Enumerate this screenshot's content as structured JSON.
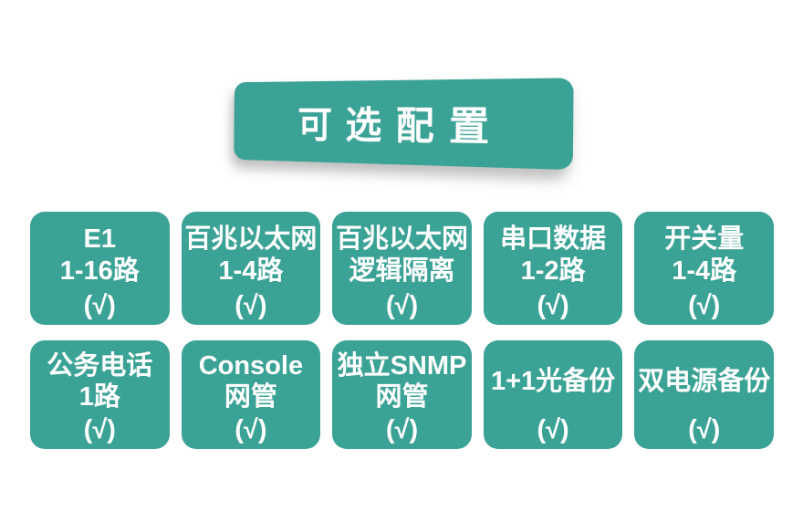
{
  "banner": {
    "title": "可选配置"
  },
  "colors": {
    "teal": "#3BA296",
    "background": "#FFFFFF",
    "text": "#FFFFFF"
  },
  "cards": [
    {
      "lines": [
        "E1",
        "1-16路"
      ],
      "check": "(√)"
    },
    {
      "lines": [
        "百兆以太网",
        "1-4路"
      ],
      "check": "(√)"
    },
    {
      "lines": [
        "百兆以太网",
        "逻辑隔离"
      ],
      "check": "(√)"
    },
    {
      "lines": [
        "串口数据",
        "1-2路"
      ],
      "check": "(√)"
    },
    {
      "lines": [
        "开关量",
        "1-4路"
      ],
      "check": "(√)"
    },
    {
      "lines": [
        "公务电话",
        "1路"
      ],
      "check": "(√)"
    },
    {
      "lines": [
        "Console",
        "网管"
      ],
      "check": "(√)"
    },
    {
      "lines": [
        "独立SNMP",
        "网管"
      ],
      "check": "(√)"
    },
    {
      "lines": [
        "1+1光备份"
      ],
      "check": "(√)"
    },
    {
      "lines": [
        "双电源备份"
      ],
      "check": "(√)"
    }
  ]
}
